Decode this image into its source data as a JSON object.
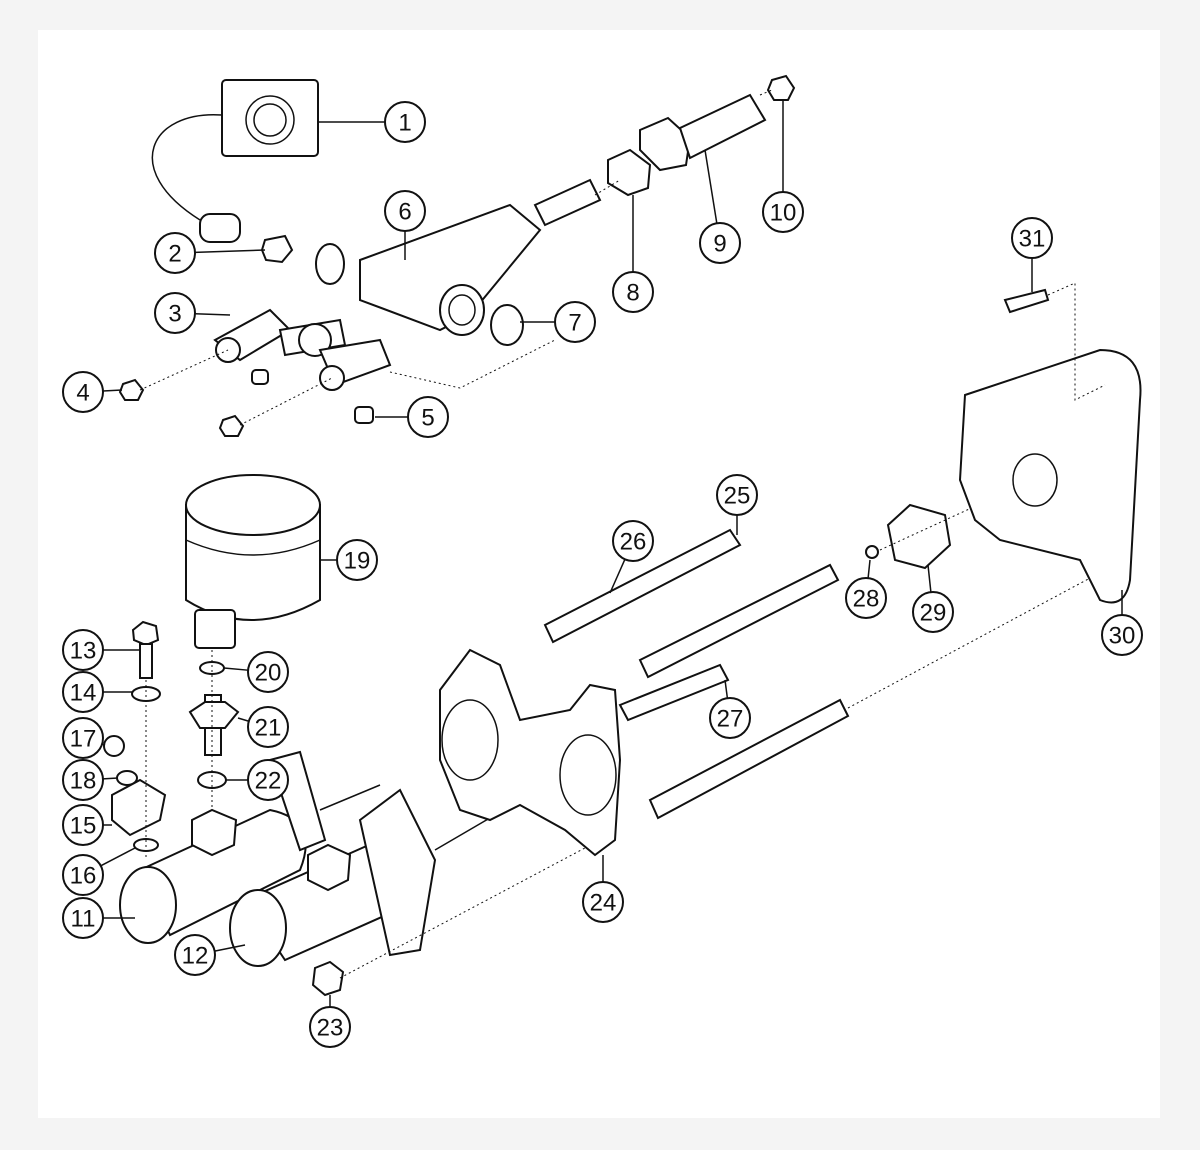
{
  "diagram": {
    "type": "exploded-parts-diagram",
    "callouts": [
      "1",
      "2",
      "3",
      "4",
      "5",
      "6",
      "7",
      "8",
      "9",
      "10",
      "11",
      "12",
      "13",
      "14",
      "15",
      "16",
      "17",
      "18",
      "19",
      "20",
      "21",
      "22",
      "23",
      "24",
      "25",
      "26",
      "27",
      "28",
      "29",
      "30",
      "31"
    ]
  }
}
